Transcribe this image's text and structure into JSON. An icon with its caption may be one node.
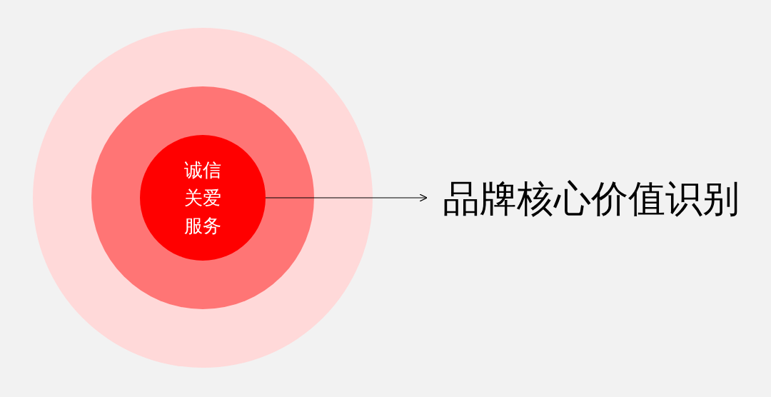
{
  "diagram": {
    "nodes": [
      {
        "text": [],
        "shape": "circle"
      },
      {
        "text": [],
        "shape": "circle",
        "in": 0
      },
      {
        "text": [
          "诚信关爱服务"
        ],
        "in": 1
      },
      {
        "text": [
          "品牌核心价值识别"
        ]
      }
    ],
    "edges": [
      {
        "from": 2,
        "to": 3,
        "arrow": "to"
      }
    ]
  }
}
